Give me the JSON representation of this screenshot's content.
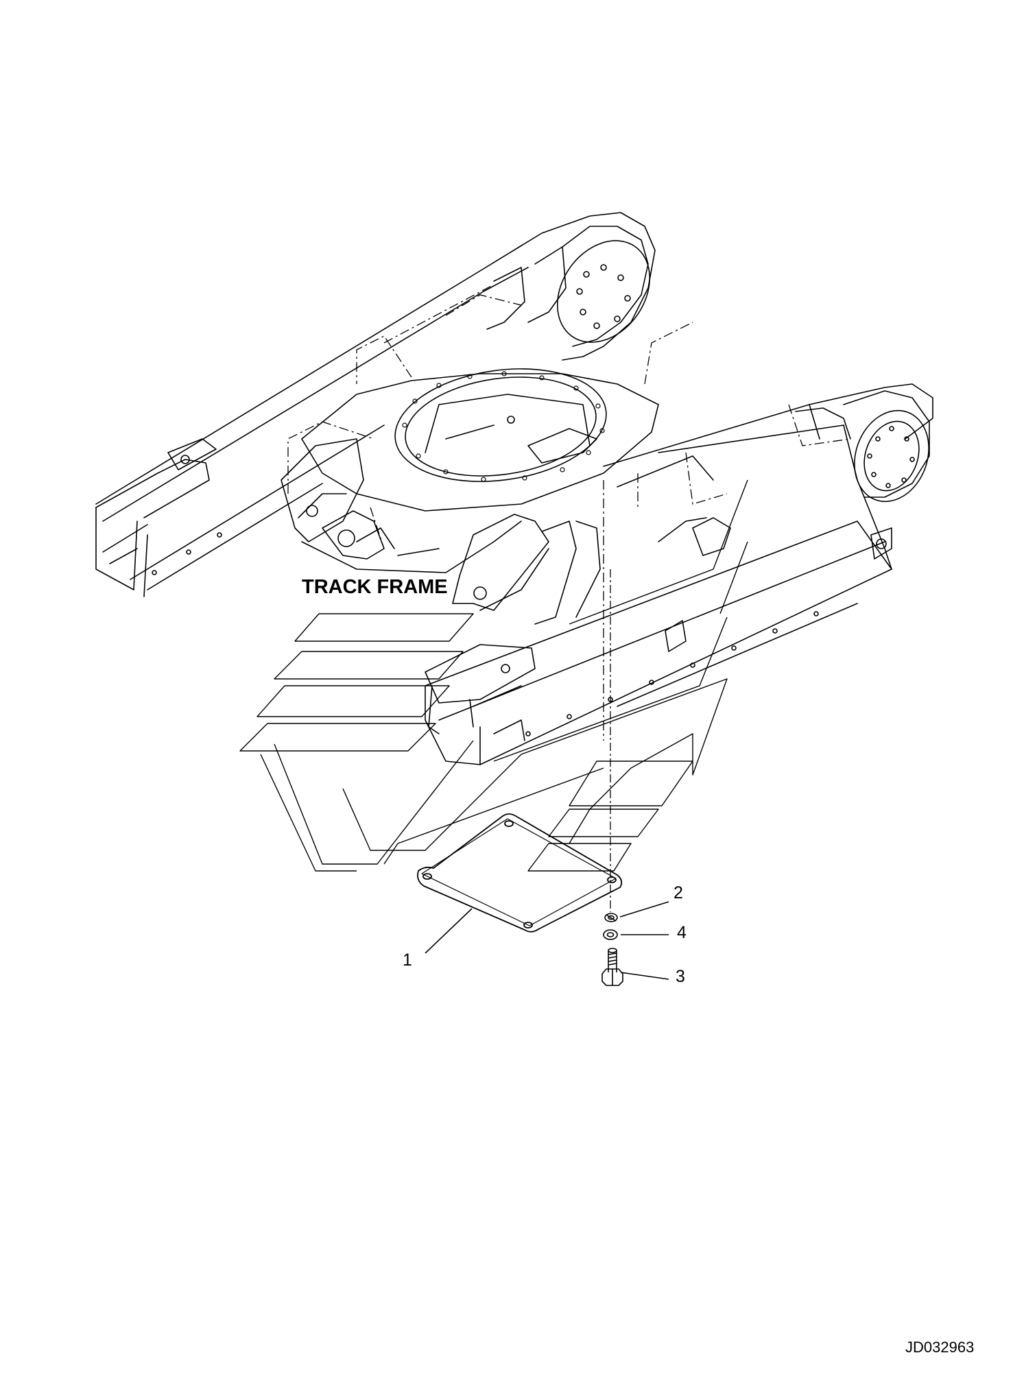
{
  "diagram": {
    "frame_label": "TRACK FRAME",
    "document_id": "JD032963",
    "callouts": [
      {
        "number": "1",
        "part": "cover-plate"
      },
      {
        "number": "2",
        "part": "lock-washer"
      },
      {
        "number": "4",
        "part": "flat-washer"
      },
      {
        "number": "3",
        "part": "bolt"
      }
    ]
  },
  "colors": {
    "line": "#000000",
    "background": "#ffffff"
  }
}
